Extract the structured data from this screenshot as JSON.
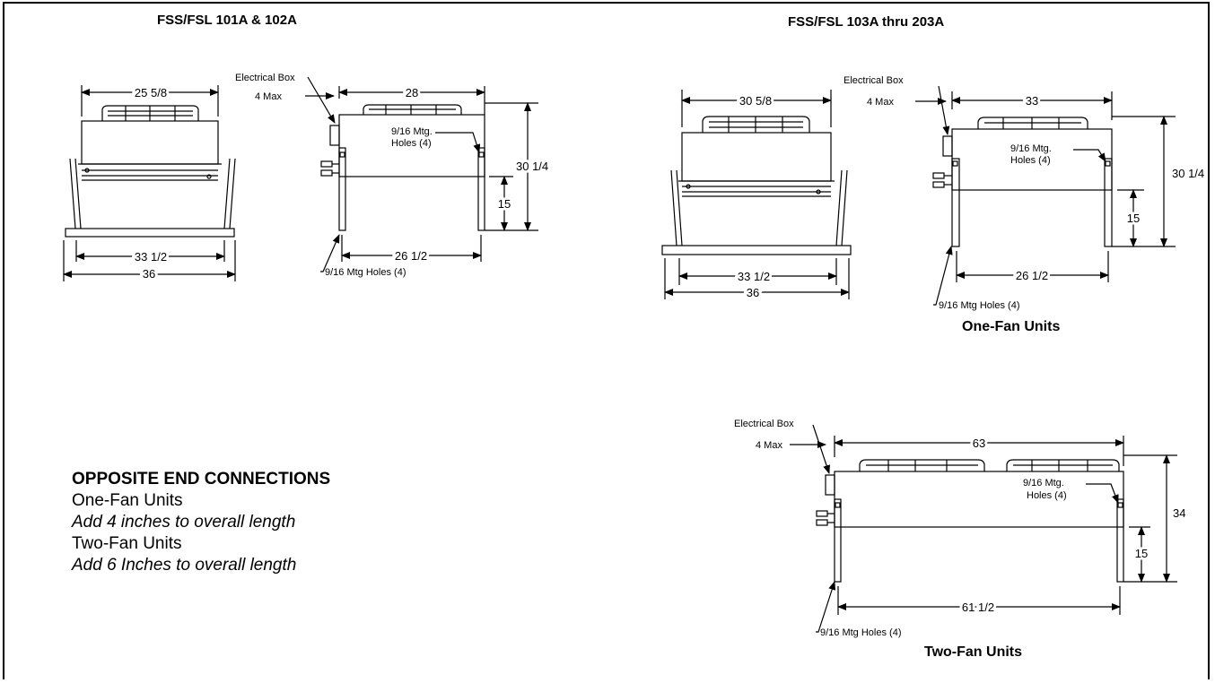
{
  "titles": {
    "left": "FSS/FSL 101A & 102A",
    "right": "FSS/FSL 103A thru 203A"
  },
  "captions": {
    "one_fan": "One-Fan Units",
    "two_fan": "Two-Fan Units"
  },
  "notes": {
    "header": "OPPOSITE END CONNECTIONS",
    "line1": "One-Fan Units",
    "line2": "Add 4 inches to overall length",
    "line3": "Two-Fan Units",
    "line4": "Add 6 Inches to overall length"
  },
  "labels": {
    "electrical_box": "Electrical Box",
    "four_max": "4 Max",
    "mtg_holes_a": "9/16 Mtg.",
    "mtg_holes_b": "Holes (4)",
    "mtg_holes_bottom": "9/16 Mtg Holes (4)"
  },
  "dimensions": {
    "d1_front_top": "25 5/8",
    "d1_front_inner": "33 1/2",
    "d1_front_overall": "36",
    "d1_side_top": "28",
    "d1_side_height": "30 1/4",
    "d1_side_leg": "15",
    "d1_side_bottom": "26 1/2",
    "d2_front_top": "30 5/8",
    "d2_front_inner": "33 1/2",
    "d2_front_overall": "36",
    "d2_side_top": "33",
    "d2_side_height": "30 1/4",
    "d2_side_leg": "15",
    "d2_side_bottom": "26 1/2",
    "d3_top": "63",
    "d3_height": "34",
    "d3_leg": "15",
    "d3_bottom": "61 1/2"
  }
}
